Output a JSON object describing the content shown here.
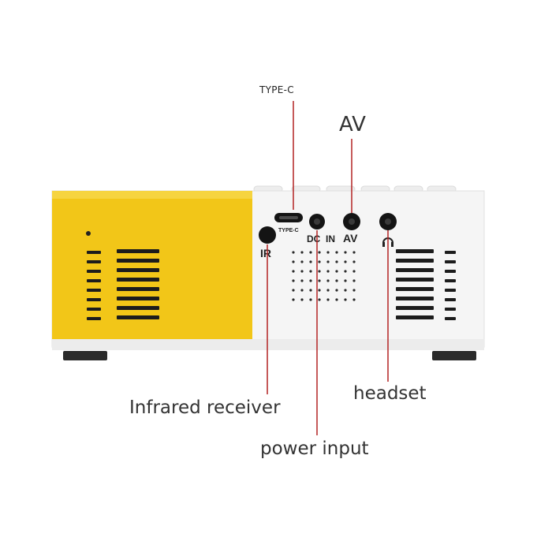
{
  "callouts": {
    "typec": "TYPE-C",
    "av": "AV",
    "infrared": "Infrared receiver",
    "power": "power input",
    "headset": "headset"
  },
  "panel_labels": {
    "typec": "TYPE-C",
    "dc_in": "DC  IN",
    "av": "AV",
    "ir": "IR"
  },
  "colors": {
    "body_yellow": "#f2c618",
    "body_white": "#f5f5f5",
    "callout_line": "#b32424",
    "port_black": "#141414"
  }
}
